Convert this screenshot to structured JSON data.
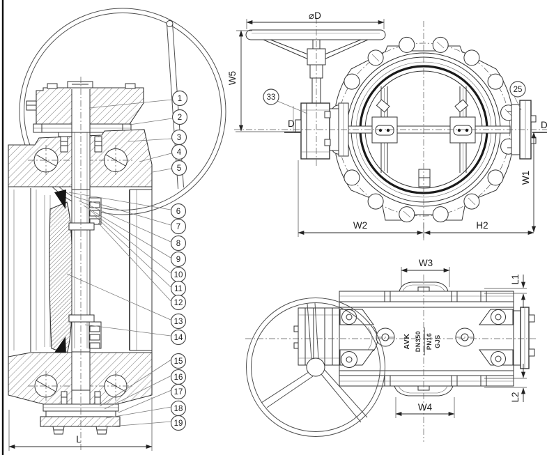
{
  "callouts": {
    "c1": "1",
    "c2": "2",
    "c3": "3",
    "c4": "4",
    "c5": "5",
    "c6": "6",
    "c7": "7",
    "c8": "8",
    "c9": "9",
    "c10": "10",
    "c11": "11",
    "c12": "12",
    "c13": "13",
    "c14": "14",
    "c15": "15",
    "c16": "16",
    "c17": "17",
    "c18": "18",
    "c19": "19",
    "c25": "25",
    "c33": "33"
  },
  "dimensions": {
    "diameter": "⌀D",
    "w5": "W5",
    "w1": "W1",
    "w2": "W2",
    "h2": "H2",
    "w3": "W3",
    "w4": "W4",
    "l1": "L1",
    "l2": "L2",
    "length": "L",
    "section_left": "D",
    "section_right": "D"
  },
  "markings": {
    "brand": "AVK",
    "nominal_diameter": "DN350",
    "pressure_rating": "PN16",
    "material": "GJS"
  }
}
